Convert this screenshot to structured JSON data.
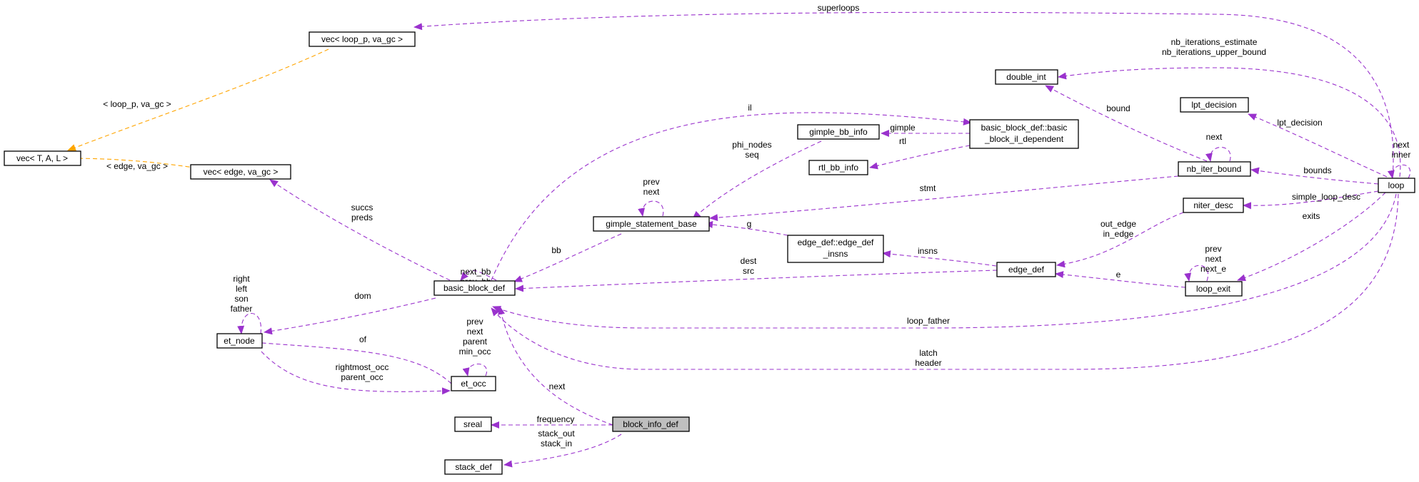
{
  "colors": {
    "edge": "#9a32cd",
    "template_edge": "#ffa500",
    "node_border": "#000000",
    "node_fill": "#ffffff",
    "highlight_fill": "#bfbfbf"
  },
  "nodes": {
    "block_info_def": "block_info_def",
    "sreal": "sreal",
    "stack_def": "stack_def",
    "basic_block_def": "basic_block_def",
    "et_node": "et_node",
    "et_occ": "et_occ",
    "vec_edge": "vec< edge, va_gc >",
    "vec_tal": "vec< T, A, L >",
    "vec_loop_p": "vec< loop_p, va_gc >",
    "gimple_statement_base": "gimple_statement_base",
    "gimple_bb_info": "gimple_bb_info",
    "rtl_bb_info": "rtl_bb_info",
    "bb_il_dependent": [
      "basic_block_def::basic",
      "_block_il_dependent"
    ],
    "edge_def_insns": [
      "edge_def::edge_def",
      "_insns"
    ],
    "edge_def": "edge_def",
    "double_int": "double_int",
    "nb_iter_bound": "nb_iter_bound",
    "lpt_decision": "lpt_decision",
    "niter_desc": "niter_desc",
    "loop_exit": "loop_exit",
    "loop": "loop"
  },
  "edges": {
    "next": "next",
    "frequency": "frequency",
    "stack": [
      "stack_out",
      "stack_in"
    ],
    "bb_self": [
      "next_bb",
      "prev_bb"
    ],
    "dom": "dom",
    "et_node_self": [
      "right",
      "left",
      "son",
      "father"
    ],
    "of": "of",
    "et_occ_self": [
      "prev",
      "next",
      "parent",
      "min_occ"
    ],
    "occ": [
      "rightmost_occ",
      "parent_occ"
    ],
    "succs_preds": [
      "succs",
      "preds"
    ],
    "edge_va_gc": "< edge, va_gc >",
    "loop_p_va_gc": "< loop_p, va_gc >",
    "superloops": "superloops",
    "il": "il",
    "bb": "bb",
    "phi_seq": [
      "phi_nodes",
      "seq"
    ],
    "gimple_self": [
      "prev",
      "next"
    ],
    "gimple": "gimple",
    "rtl": "rtl",
    "g": "g",
    "insns": "insns",
    "dest_src": [
      "dest",
      "src"
    ],
    "stmt": "stmt",
    "bound": "bound",
    "nb_iter_self": "next",
    "nb_iterations": [
      "nb_iterations_estimate",
      "nb_iterations_upper_bound"
    ],
    "lpt_decision": "lpt_decision",
    "bounds": "bounds",
    "simple_loop_desc": "simple_loop_desc",
    "exits": "exits",
    "in_out_edge": [
      "out_edge",
      "in_edge"
    ],
    "e": "e",
    "loop_exit_self": [
      "prev",
      "next",
      "next_e"
    ],
    "loop_self": [
      "next",
      "inner"
    ],
    "loop_father": "loop_father",
    "latch_header": [
      "latch",
      "header"
    ]
  }
}
